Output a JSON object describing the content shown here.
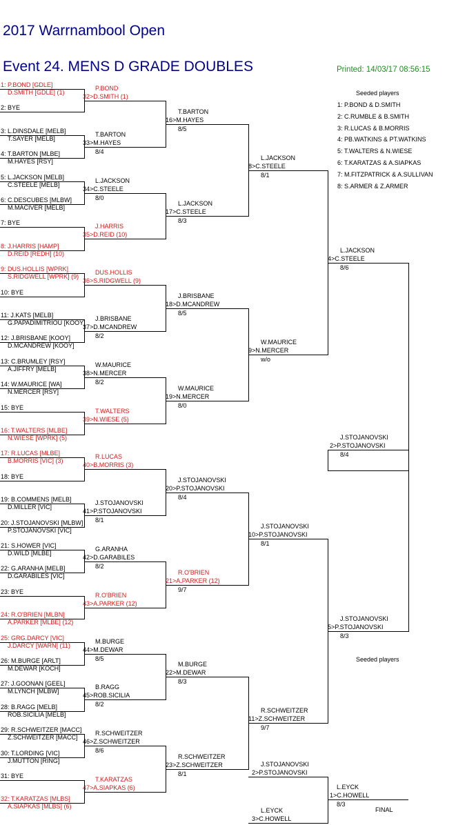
{
  "header": {
    "title": "2017 Warrnambool Open",
    "event": "Event 24. MENS D GRADE DOUBLES",
    "printed": "Printed: 14/03/17 08:56:15"
  },
  "seeded": {
    "heading": "Seeded players",
    "heading2": "Seeded players",
    "list": [
      "1: P.BOND & D.SMITH",
      "2: C.RUMBLE & B.SMITH",
      "3: R.LUCAS & B.MORRIS",
      "4: PB.WATKINS & PT.WATKINS",
      "5: T.WALTERS & N.WIESE",
      "6: T.KARATZAS & A.SIAPKAS",
      "7: M.FITZPATRICK & A.SULLIVAN",
      "8: S.ARMER & Z.ARMER"
    ]
  },
  "entries": [
    {
      "l1": "1: P.BOND [GDLE]",
      "l2": "D.SMITH [GDLE] (1)",
      "seeded": true
    },
    {
      "l1": "2: BYE",
      "l2": "",
      "seeded": false
    },
    {
      "l1": "3: L.DINSDALE [MELB]",
      "l2": "T.SAYER [MELB]",
      "seeded": false
    },
    {
      "l1": "4: T.BARTON [MLBE]",
      "l2": "M.HAYES [RSY]",
      "seeded": false
    },
    {
      "l1": "5: L.JACKSON [MELB]",
      "l2": "C.STEELE [MELB]",
      "seeded": false
    },
    {
      "l1": "6: C.DESCUBES [MLBW]",
      "l2": "M.MACIVER [MELB]",
      "seeded": false
    },
    {
      "l1": "7: BYE",
      "l2": "",
      "seeded": false
    },
    {
      "l1": "8: J.HARRIS [HAMP]",
      "l2": "D.REID [REDH] (10)",
      "seeded": true
    },
    {
      "l1": "9: DUS.HOLLIS [WPRK]",
      "l2": "S.RIDGWELL [WPRK] (9)",
      "seeded": true
    },
    {
      "l1": "10: BYE",
      "l2": "",
      "seeded": false
    },
    {
      "l1": "11: J.KATS [MELB]",
      "l2": "G.PAPADIMITRIOU [KOOY]",
      "seeded": false
    },
    {
      "l1": "12: J.BRISBANE [KOOY]",
      "l2": "D.MCANDREW [KOOY]",
      "seeded": false
    },
    {
      "l1": "13: C.BRUMLEY [RSY]",
      "l2": "A.JIFFRY [MELB]",
      "seeded": false
    },
    {
      "l1": "14: W.MAURICE [WA]",
      "l2": "N.MERCER [RSY]",
      "seeded": false
    },
    {
      "l1": "15: BYE",
      "l2": "",
      "seeded": false
    },
    {
      "l1": "16: T.WALTERS [MLBE]",
      "l2": "N.WIESE [WPRK] (5)",
      "seeded": true
    },
    {
      "l1": "17: R.LUCAS [MLBE]",
      "l2": "B.MORRIS [VIC] (3)",
      "seeded": true
    },
    {
      "l1": "18: BYE",
      "l2": "",
      "seeded": false
    },
    {
      "l1": "19: B.COMMENS [MELB]",
      "l2": "D.MILLER [VIC]",
      "seeded": false
    },
    {
      "l1": "20: J.STOJANOVSKI [MLBW]",
      "l2": "P.STOJANOVSKI [VIC]",
      "seeded": false
    },
    {
      "l1": "21: S.HOWER [VIC]",
      "l2": "D.WILD [MLBE]",
      "seeded": false
    },
    {
      "l1": "22: G.ARANHA [MELB]",
      "l2": "D.GARABILES [VIC]",
      "seeded": false
    },
    {
      "l1": "23: BYE",
      "l2": "",
      "seeded": false
    },
    {
      "l1": "24: R.O'BRIEN [MLBN]",
      "l2": "A.PARKER [MLBE] (12)",
      "seeded": true
    },
    {
      "l1": "25: GRG.DARCY [VIC]",
      "l2": "J.DARCY [WARN] (11)",
      "seeded": true
    },
    {
      "l1": "26: M.BURGE [ARLT]",
      "l2": "M.DEWAR [KOCH]",
      "seeded": false
    },
    {
      "l1": "27: J.GOONAN [GEEL]",
      "l2": "M.LYNCH [MLBW]",
      "seeded": false
    },
    {
      "l1": "28: B.RAGG [MELB]",
      "l2": "ROB.SICILIA [MELB]",
      "seeded": false
    },
    {
      "l1": "29: R.SCHWEITZER [MACC]",
      "l2": "Z.SCHWEITZER [MACC]",
      "seeded": false
    },
    {
      "l1": "30: T.LORDING [VIC]",
      "l2": "J.MUTTON [RING]",
      "seeded": false
    },
    {
      "l1": "31: BYE",
      "l2": "",
      "seeded": false
    },
    {
      "l1": "32: T.KARATZAS [MLBS]",
      "l2": "A.SIAPKAS [MLBS] (6)",
      "seeded": true
    }
  ],
  "round2": [
    {
      "l1": "P.BOND",
      "l2": "32>D.SMITH (1)",
      "score": "",
      "seeded": true
    },
    {
      "l1": "T.BARTON",
      "l2": "33>M.HAYES",
      "score": "8/4",
      "seeded": false
    },
    {
      "l1": "L.JACKSON",
      "l2": "34>C.STEELE",
      "score": "8/0",
      "seeded": false
    },
    {
      "l1": "J.HARRIS",
      "l2": "35>D.REID (10)",
      "score": "",
      "seeded": true
    },
    {
      "l1": "DUS.HOLLIS",
      "l2": "36>S.RIDGWELL (9)",
      "score": "",
      "seeded": true
    },
    {
      "l1": "J.BRISBANE",
      "l2": "37>D.MCANDREW",
      "score": "8/2",
      "seeded": false
    },
    {
      "l1": "W.MAURICE",
      "l2": "38>N.MERCER",
      "score": "8/2",
      "seeded": false
    },
    {
      "l1": "T.WALTERS",
      "l2": "39>N.WIESE (5)",
      "score": "",
      "seeded": true
    },
    {
      "l1": "R.LUCAS",
      "l2": "40>B.MORRIS (3)",
      "score": "",
      "seeded": true
    },
    {
      "l1": "J.STOJANOVSKI",
      "l2": "41>P.STOJANOVSKI",
      "score": "8/1",
      "seeded": false
    },
    {
      "l1": "G.ARANHA",
      "l2": "42>D.GARABILES",
      "score": "8/2",
      "seeded": false
    },
    {
      "l1": "R.O'BRIEN",
      "l2": "43>A.PARKER (12)",
      "score": "",
      "seeded": true
    },
    {
      "l1": "M.BURGE",
      "l2": "44>M.DEWAR",
      "score": "8/5",
      "seeded": false
    },
    {
      "l1": "B.RAGG",
      "l2": "45>ROB.SICILIA",
      "score": "8/2",
      "seeded": false
    },
    {
      "l1": "R.SCHWEITZER",
      "l2": "46>Z.SCHWEITZER",
      "score": "8/6",
      "seeded": false
    },
    {
      "l1": "T.KARATZAS",
      "l2": "47>A.SIAPKAS (6)",
      "score": "",
      "seeded": true
    }
  ],
  "round3": [
    {
      "l1": "T.BARTON",
      "l2": "16>M.HAYES",
      "score": "8/5",
      "seeded": false
    },
    {
      "l1": "L.JACKSON",
      "l2": "17>C.STEELE",
      "score": "8/3",
      "seeded": false
    },
    {
      "l1": "J.BRISBANE",
      "l2": "18>D.MCANDREW",
      "score": "8/5",
      "seeded": false
    },
    {
      "l1": "W.MAURICE",
      "l2": "19>N.MERCER",
      "score": "8/0",
      "seeded": false
    },
    {
      "l1": "J.STOJANOVSKI",
      "l2": "20>P.STOJANOVSKI",
      "score": "8/4",
      "seeded": false
    },
    {
      "l1": "R.O'BRIEN",
      "l2": "21>A.PARKER (12)",
      "score": "9/7",
      "seeded": true
    },
    {
      "l1": "M.BURGE",
      "l2": "22>M.DEWAR",
      "score": "8/3",
      "seeded": false
    },
    {
      "l1": "R.SCHWEITZER",
      "l2": "23>Z.SCHWEITZER",
      "score": "8/1",
      "seeded": false
    }
  ],
  "round4": [
    {
      "l1": "L.JACKSON",
      "l2": "8>C.STEELE",
      "score": "8/1",
      "seeded": false
    },
    {
      "l1": "W.MAURICE",
      "l2": "9>N.MERCER",
      "score": "w/o",
      "seeded": false
    },
    {
      "l1": "J.STOJANOVSKI",
      "l2": "10>P.STOJANOVSKI",
      "score": "8/1",
      "seeded": false
    },
    {
      "l1": "R.SCHWEITZER",
      "l2": "11>Z.SCHWEITZER",
      "score": "9/7",
      "seeded": false
    }
  ],
  "round5": [
    {
      "l1": "L.JACKSON",
      "l2": "4>C.STEELE",
      "score": "8/6",
      "seeded": false
    },
    {
      "l1": "J.STOJANOVSKI",
      "l2": "5>P.STOJANOVSKI",
      "score": "8/3",
      "seeded": false
    }
  ],
  "round6": [
    {
      "l1": "J.STOJANOVSKI",
      "l2": "2>P.STOJANOVSKI",
      "score": "8/4",
      "seeded": false
    }
  ],
  "playoff": {
    "a": {
      "l1": "J.STOJANOVSKI",
      "l2": "2>P.STOJANOVSKI"
    },
    "b": {
      "l1": "L.EYCK",
      "l2": "3>C.HOWELL"
    },
    "final": {
      "l1": "L.EYCK",
      "l2": "1>C.HOWELL",
      "score": "8/3"
    },
    "final_label": "FINAL"
  }
}
